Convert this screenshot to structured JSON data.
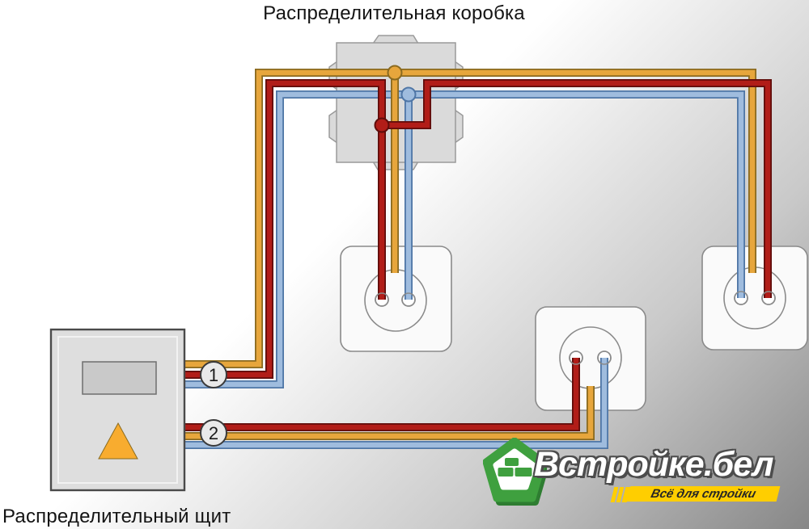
{
  "diagram": {
    "junction_box_label": "Распределительная коробка",
    "panel_label": "Распределительный щит",
    "cables": [
      {
        "label": "1"
      },
      {
        "label": "2"
      }
    ]
  },
  "logo": {
    "brand": "Встройке.бел",
    "tagline": "Всё для стройки"
  },
  "colors": {
    "bg_light": "#ffffff",
    "bg_mid": "#c9c9c9",
    "bg_dark": "#878787",
    "wire_yellow": "#e7a63c",
    "wire_yellow_dark": "#8a6a20",
    "wire_red": "#b11d18",
    "wire_red_dark": "#5f0d0b",
    "wire_blue": "#9fbcde",
    "wire_blue_dark": "#4f76a6",
    "box_fill": "#dadada",
    "box_stroke": "#9a9a9a",
    "socket_fill": "#fafafa",
    "socket_stroke": "#8a8a8a",
    "panel_fill": "#dedede",
    "panel_stroke": "#4a4a4a",
    "panel_inner": "#f2f2f2",
    "display_fill": "#c9c9c9",
    "display_stroke": "#6e6e6e",
    "triangle_fill": "#f8ac2f",
    "triangle_stroke": "#8a6a1e",
    "label_circle_fill": "#e9e9e9",
    "label_circle_stroke": "#3a3a3a",
    "logo_green": "#3fa03f",
    "logo_green_dark": "#2e7d31",
    "banner_yellow": "#ffce00",
    "banner_text": "#262626",
    "text_dark": "#141414",
    "logo_text_shadow": "#4d4d4d"
  }
}
